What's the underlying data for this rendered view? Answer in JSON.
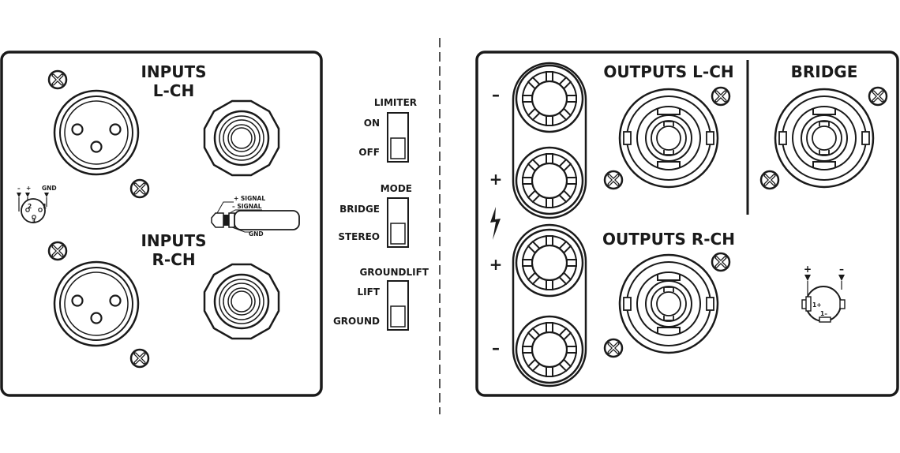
{
  "left_panel": {
    "inputs_l": [
      "INPUTS",
      "L-CH"
    ],
    "inputs_r": [
      "INPUTS",
      "R-CH"
    ],
    "xlr_pinout": {
      "minus": "–",
      "plus": "+",
      "gnd": "GND",
      "pin2": "2",
      "pin1": "1",
      "pin3": "3"
    },
    "jack_legend": {
      "plus_signal": "+ SIGNAL",
      "minus_signal": "– SIGNAL",
      "gnd": "GND"
    }
  },
  "switches": {
    "limiter": {
      "title": "LIMITER",
      "top": "ON",
      "bottom": "OFF"
    },
    "mode": {
      "title": "MODE",
      "top": "BRIDGE",
      "bottom": "STEREO"
    },
    "groundlift": {
      "title": "GROUNDLIFT",
      "top": "LIFT",
      "bottom": "GROUND"
    }
  },
  "right_panel": {
    "outputs_l": "OUTPUTS L-CH",
    "outputs_r": "OUTPUTS R-CH",
    "bridge": "BRIDGE",
    "polarity": {
      "minus": "–",
      "plus": "+"
    },
    "speakon_pinout": {
      "plus": "+",
      "minus": "–",
      "pin1_plus": "1+",
      "pin1_minus": "1–"
    }
  },
  "colors": {
    "ink": "#1a1a1a",
    "background": "#ffffff"
  }
}
